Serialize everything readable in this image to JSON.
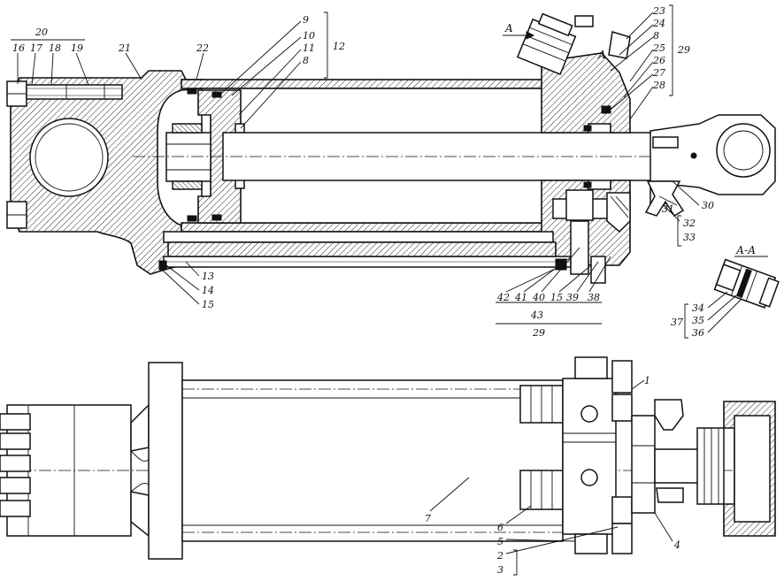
{
  "labels": {
    "l1": "1",
    "l2": "2",
    "l3": "3",
    "l4": "4",
    "l5": "5",
    "l6": "6",
    "l7": "7",
    "l8a": "8",
    "l8b": "8",
    "l9": "9",
    "l10": "10",
    "l11": "11",
    "l12": "12",
    "l13": "13",
    "l14": "14",
    "l15a": "15",
    "l15b": "15",
    "l16": "16",
    "l17": "17",
    "l18": "18",
    "l19": "19",
    "l20": "20",
    "l21": "21",
    "l22": "22",
    "l23": "23",
    "l24": "24",
    "l25": "25",
    "l26": "26",
    "l27": "27",
    "l28": "28",
    "l29a": "29",
    "l29b": "29",
    "l30": "30",
    "l31": "31",
    "l32": "32",
    "l33": "33",
    "l34": "34",
    "l35": "35",
    "l36": "36",
    "l37": "37",
    "l38": "38",
    "l39": "39",
    "l40": "40",
    "l41": "41",
    "l42": "42",
    "l43": "43",
    "secA1": "A",
    "secA2": "A",
    "secTitle": "А-А"
  }
}
